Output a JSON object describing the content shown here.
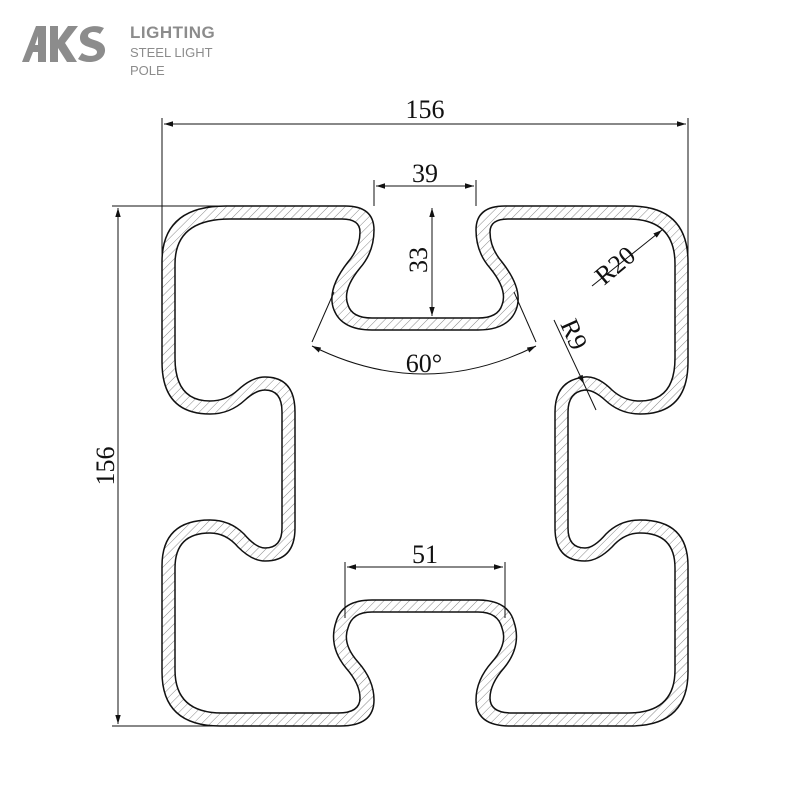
{
  "brand": {
    "name": "AKS",
    "line1": "LIGHTING",
    "line2": "STEEL LIGHT POLE",
    "color": "#8c8c8c"
  },
  "drawing": {
    "dimensions": {
      "overall_width": "156",
      "overall_height": "156",
      "slot_width": "39",
      "slot_depth": "33",
      "bottom_slot_width": "51",
      "outer_radius": "R20",
      "inner_radius": "R9",
      "angle": "60°"
    },
    "colors": {
      "line": "#111111",
      "hatch": "#888888"
    }
  }
}
